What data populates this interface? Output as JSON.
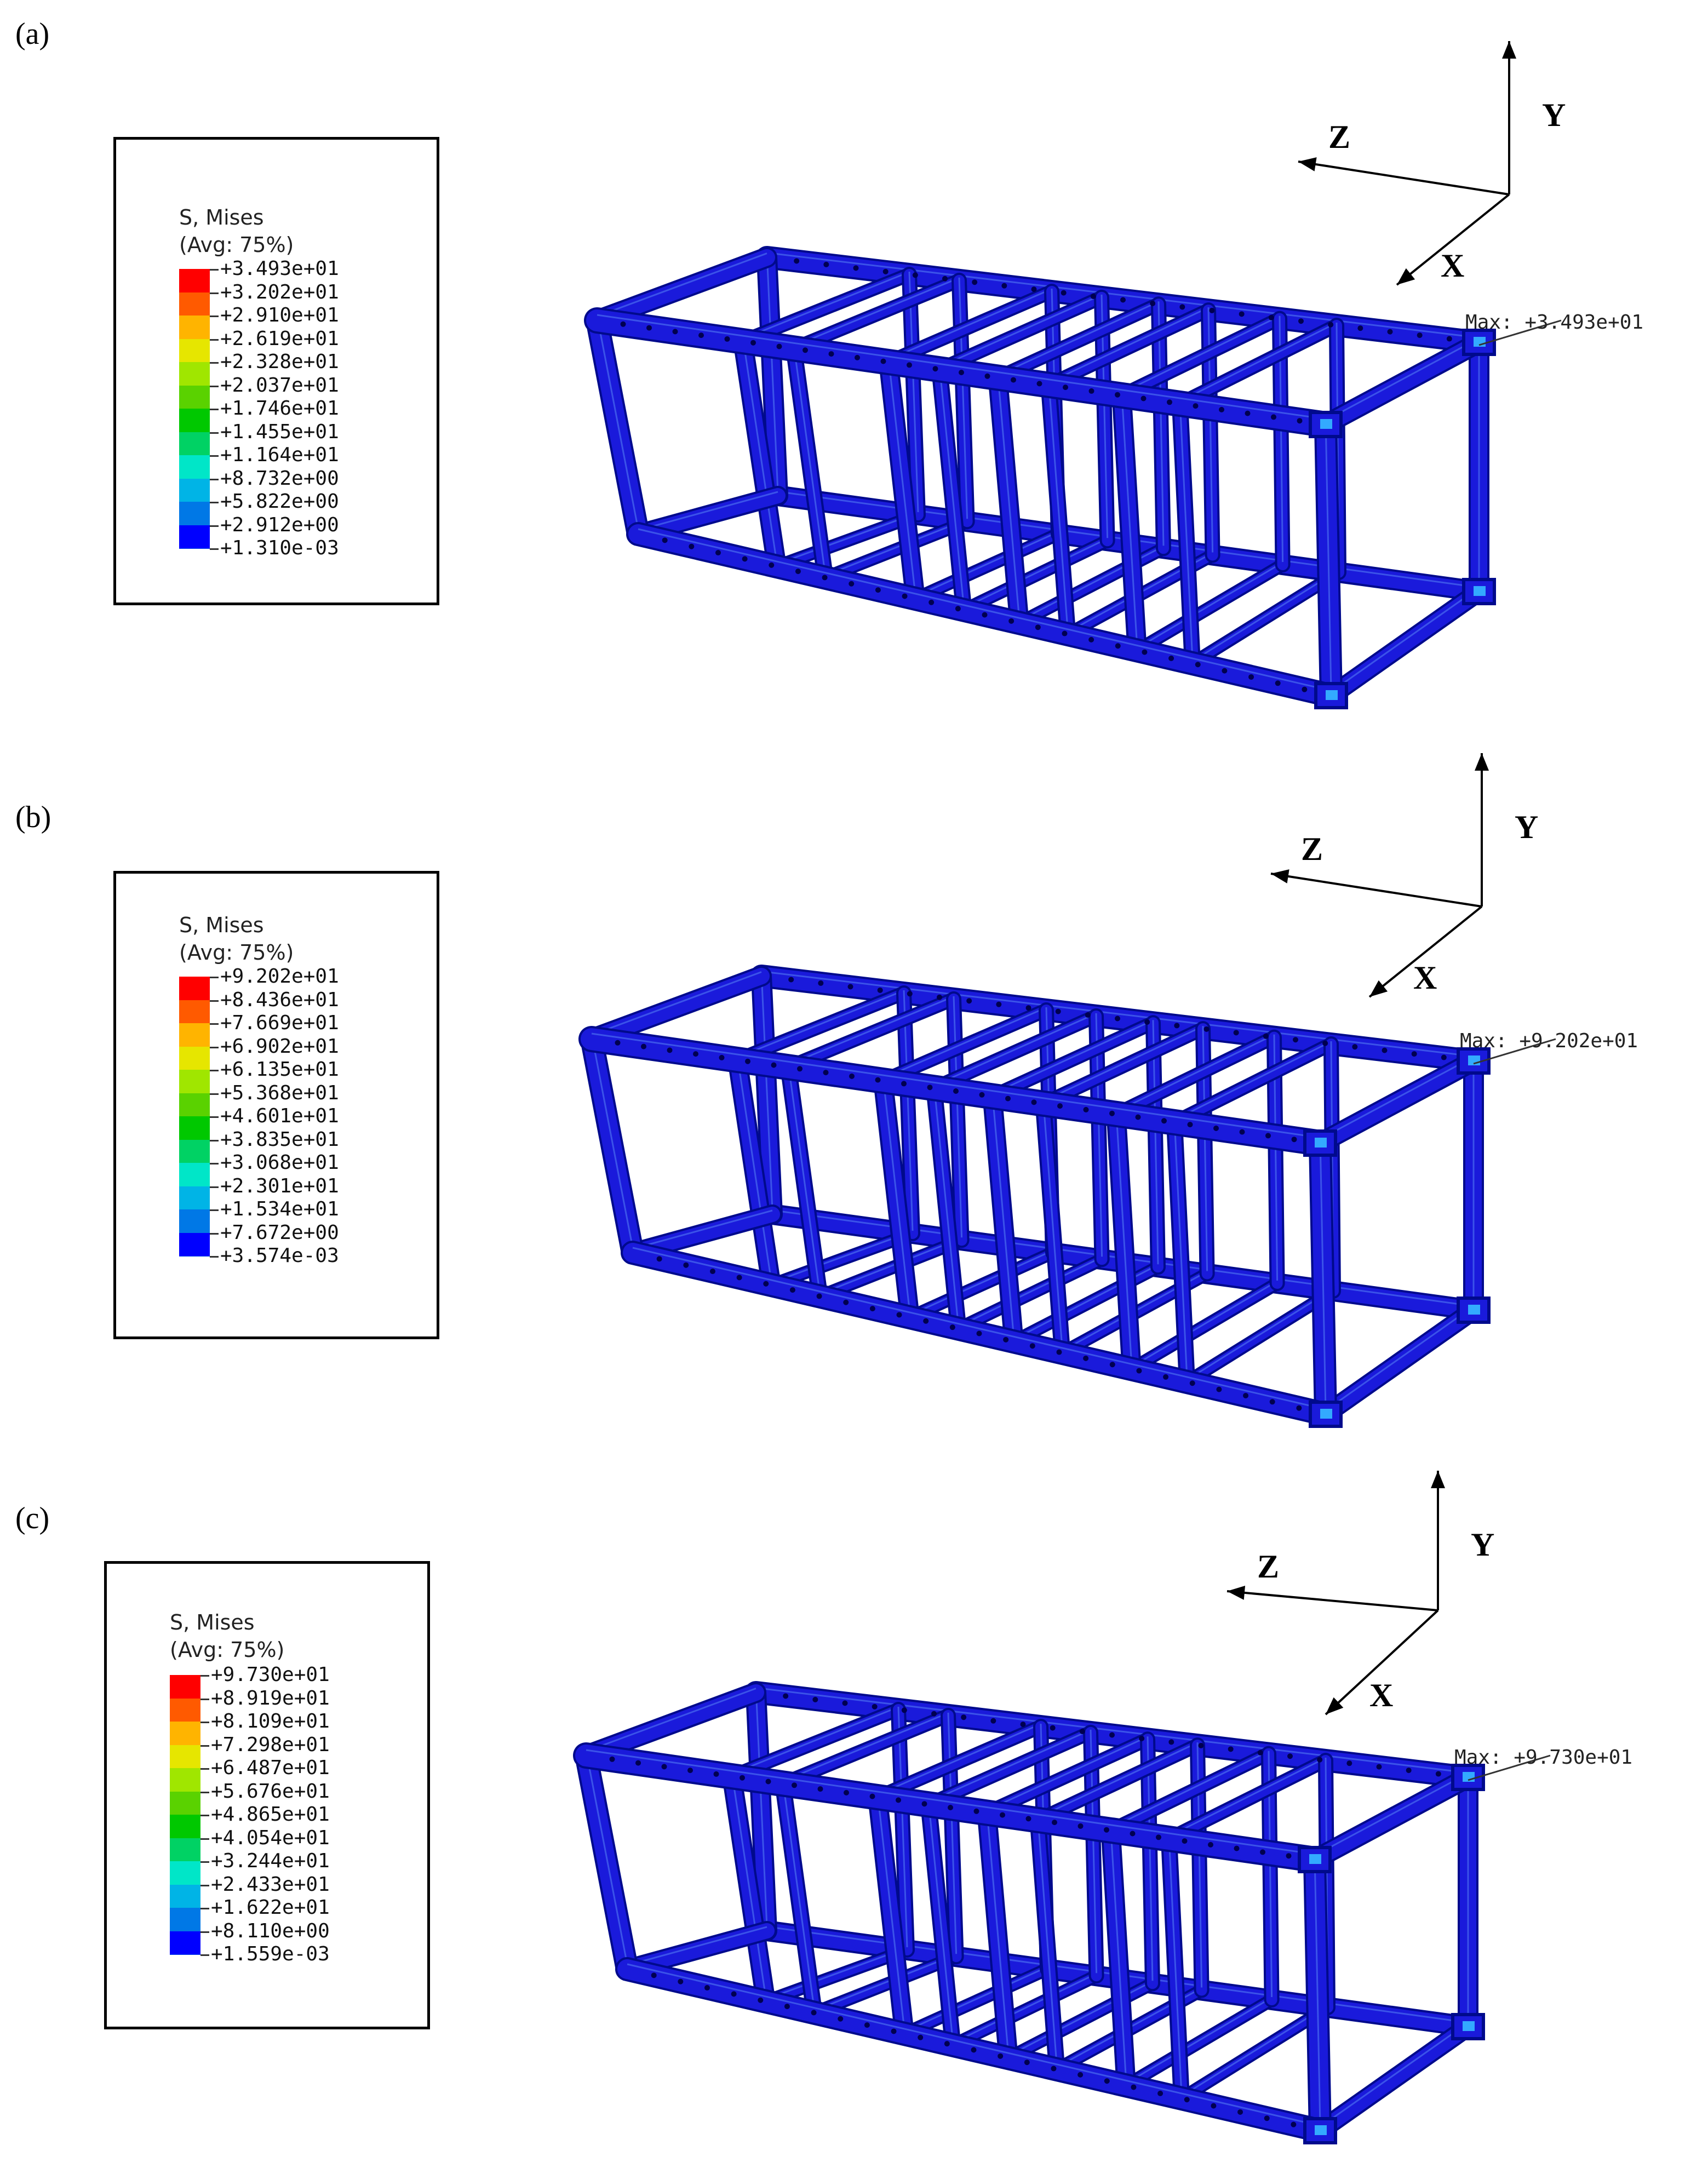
{
  "panels": [
    {
      "label": "(a)",
      "legend": {
        "title": "S, Mises",
        "subtitle": "(Avg: 75%)",
        "values": [
          "+3.493e+01",
          "+3.202e+01",
          "+2.910e+01",
          "+2.619e+01",
          "+2.328e+01",
          "+2.037e+01",
          "+1.746e+01",
          "+1.455e+01",
          "+1.164e+01",
          "+8.732e+00",
          "+5.822e+00",
          "+2.912e+00",
          "+1.310e-03"
        ]
      },
      "max_label": "Max: +3.493e+01",
      "axes": {
        "x": "X",
        "y": "Y",
        "z": "Z"
      }
    },
    {
      "label": "(b)",
      "legend": {
        "title": "S, Mises",
        "subtitle": "(Avg: 75%)",
        "values": [
          "+9.202e+01",
          "+8.436e+01",
          "+7.669e+01",
          "+6.902e+01",
          "+6.135e+01",
          "+5.368e+01",
          "+4.601e+01",
          "+3.835e+01",
          "+3.068e+01",
          "+2.301e+01",
          "+1.534e+01",
          "+7.672e+00",
          "+3.574e-03"
        ]
      },
      "max_label": "Max: +9.202e+01",
      "axes": {
        "x": "X",
        "y": "Y",
        "z": "Z"
      }
    },
    {
      "label": "(c)",
      "legend": {
        "title": "S, Mises",
        "subtitle": "(Avg: 75%)",
        "values": [
          "+9.730e+01",
          "+8.919e+01",
          "+8.109e+01",
          "+7.298e+01",
          "+6.487e+01",
          "+5.676e+01",
          "+4.865e+01",
          "+4.054e+01",
          "+3.244e+01",
          "+2.433e+01",
          "+1.622e+01",
          "+8.110e+00",
          "+1.559e-03"
        ]
      },
      "max_label": "Max: +9.730e+01",
      "axes": {
        "x": "X",
        "y": "Y",
        "z": "Z"
      }
    }
  ],
  "colors": {
    "contour_scale": [
      "#ff0000",
      "#ff5a00",
      "#ffb400",
      "#e6e600",
      "#a0e600",
      "#5ad200",
      "#00c800",
      "#00d264",
      "#00e6c8",
      "#00b4e6",
      "#0078e6",
      "#0040e6",
      "#0000ff"
    ],
    "frame_fill": "#1a1adb",
    "frame_edge": "#000a8c",
    "frame_highlight": "#4a6cf0",
    "hot_spot": "#33aaff"
  }
}
